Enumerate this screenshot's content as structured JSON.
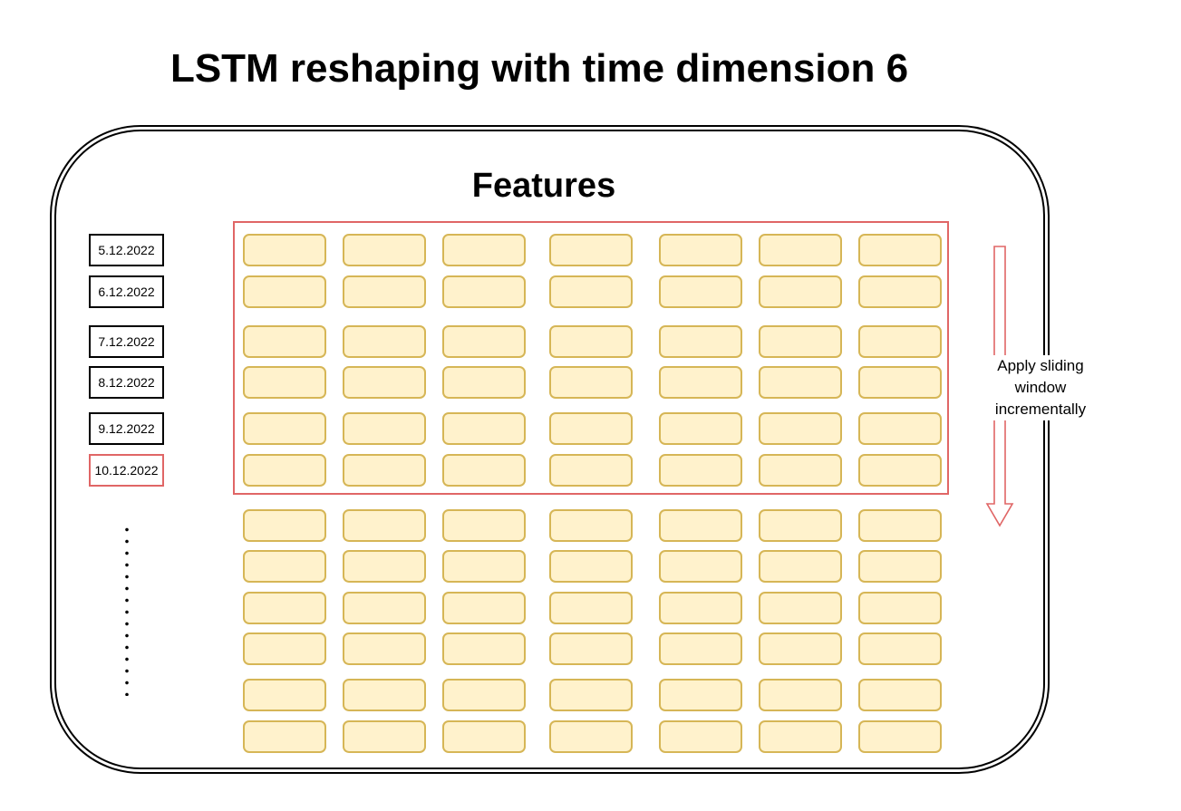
{
  "title": "LSTM reshaping with time dimension 6",
  "features_label": "Features",
  "dates": [
    {
      "label": "5.12.2022",
      "highlight": false
    },
    {
      "label": "6.12.2022",
      "highlight": false
    },
    {
      "label": "7.12.2022",
      "highlight": false
    },
    {
      "label": "8.12.2022",
      "highlight": false
    },
    {
      "label": "9.12.2022",
      "highlight": false
    },
    {
      "label": "10.12.2022",
      "highlight": true
    }
  ],
  "ellipsis": "vertical-dots",
  "grid": {
    "rows": 12,
    "columns": 7,
    "window_rows": 6
  },
  "arrow_label": "Apply sliding window incrementally",
  "colors": {
    "cell_fill": "#fff2cc",
    "cell_stroke": "#d6b656",
    "window_stroke": "#e06666",
    "frame_stroke": "#000000"
  }
}
